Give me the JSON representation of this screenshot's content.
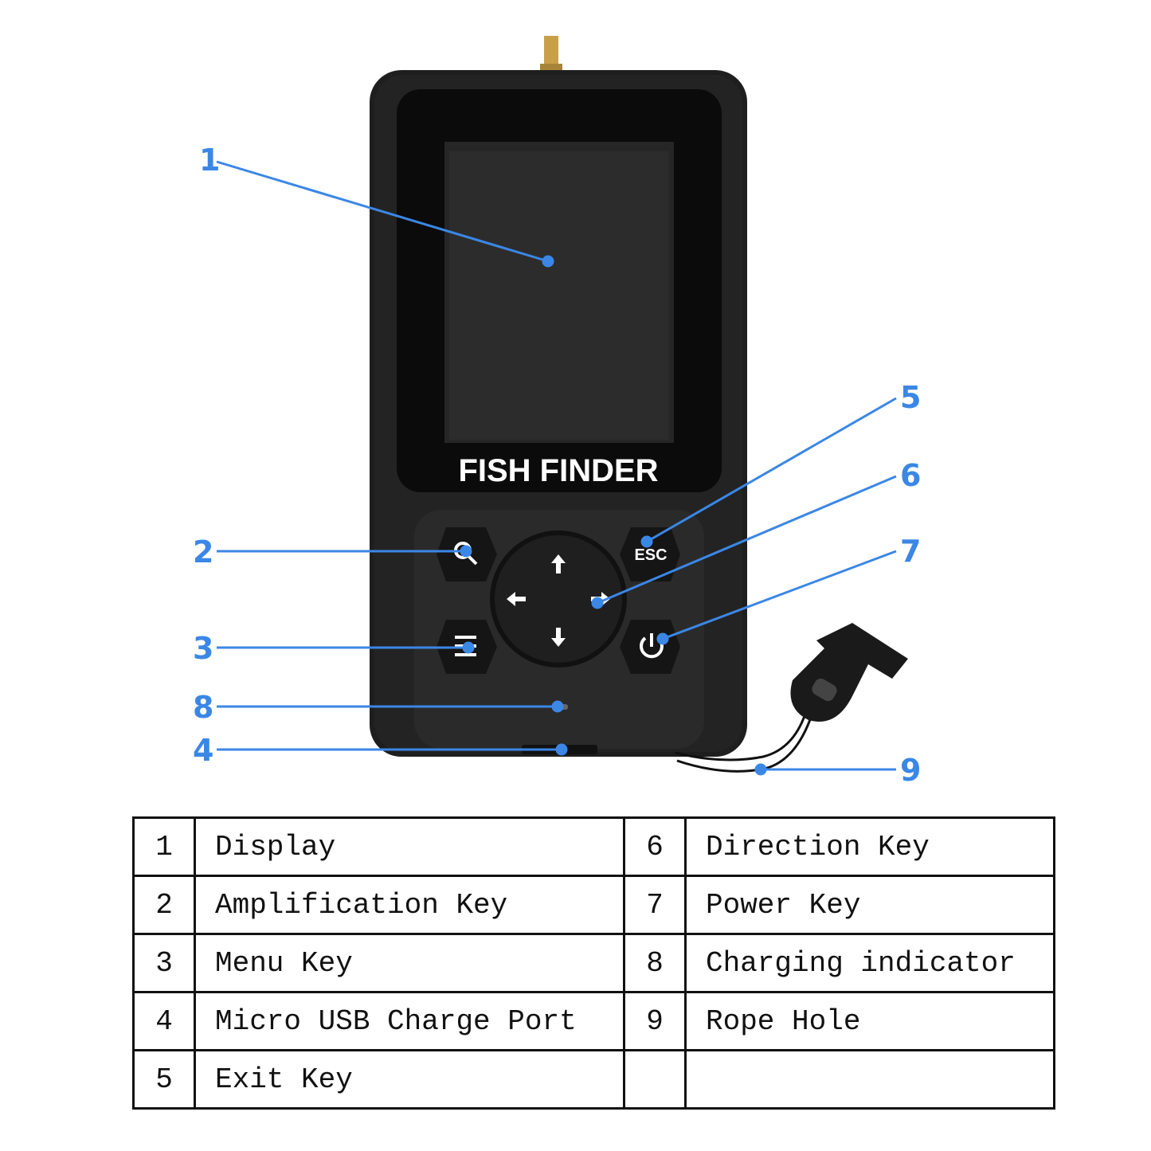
{
  "device": {
    "brand_text": "FISH FINDER",
    "esc_label": "ESC"
  },
  "callouts": [
    "1",
    "2",
    "3",
    "4",
    "5",
    "6",
    "7",
    "8",
    "9"
  ],
  "table": {
    "rows": [
      {
        "n1": "1",
        "l1": "Display",
        "n2": "6",
        "l2": "Direction Key"
      },
      {
        "n1": "2",
        "l1": "Amplification Key",
        "n2": "7",
        "l2": "Power Key"
      },
      {
        "n1": "3",
        "l1": "Menu Key",
        "n2": "8",
        "l2": "Charging indicator"
      },
      {
        "n1": "4",
        "l1": "Micro USB Charge Port",
        "n2": "9",
        "l2": "Rope Hole"
      },
      {
        "n1": "5",
        "l1": "Exit Key",
        "n2": "",
        "l2": ""
      }
    ]
  },
  "colors": {
    "callout": "#3b87e6",
    "body": "#1c1c1c"
  }
}
